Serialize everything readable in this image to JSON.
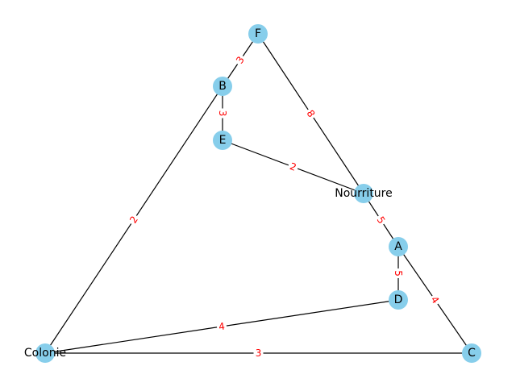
{
  "graph": {
    "colors": {
      "node_fill": "#87ceeb",
      "edge": "#000000",
      "edge_label": "#ff0000",
      "node_label": "#000000"
    },
    "nodes": [
      {
        "id": "F",
        "label": "F"
      },
      {
        "id": "B",
        "label": "B"
      },
      {
        "id": "E",
        "label": "E"
      },
      {
        "id": "Nourriture",
        "label": "Nourriture"
      },
      {
        "id": "A",
        "label": "A"
      },
      {
        "id": "D",
        "label": "D"
      },
      {
        "id": "Colonie",
        "label": "Colonie"
      },
      {
        "id": "C",
        "label": "C"
      }
    ],
    "edges": [
      {
        "source": "F",
        "target": "B",
        "weight": "3"
      },
      {
        "source": "F",
        "target": "Nourriture",
        "weight": "8"
      },
      {
        "source": "B",
        "target": "E",
        "weight": "3"
      },
      {
        "source": "B",
        "target": "Colonie",
        "weight": "2"
      },
      {
        "source": "E",
        "target": "Nourriture",
        "weight": "2"
      },
      {
        "source": "Nourriture",
        "target": "A",
        "weight": "5"
      },
      {
        "source": "A",
        "target": "D",
        "weight": "5"
      },
      {
        "source": "A",
        "target": "C",
        "weight": "4"
      },
      {
        "source": "D",
        "target": "Colonie",
        "weight": "4"
      },
      {
        "source": "Colonie",
        "target": "C",
        "weight": "3"
      }
    ]
  }
}
